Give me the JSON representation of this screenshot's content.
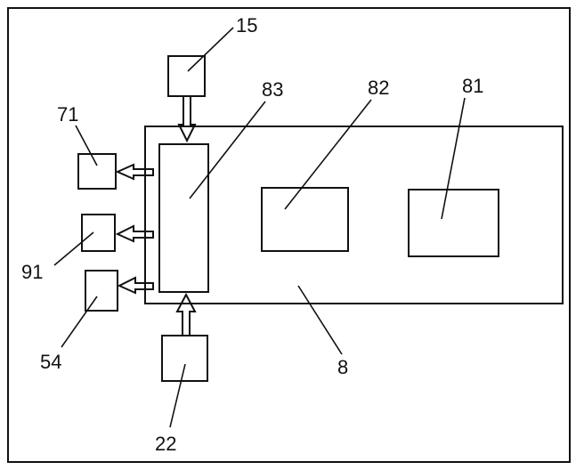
{
  "labels": {
    "l15": "15",
    "l83": "83",
    "l82": "82",
    "l81": "81",
    "l71": "71",
    "l91": "91",
    "l54": "54",
    "l8": "8",
    "l22": "22"
  },
  "colors": {
    "line": "#111111",
    "background": "#ffffff"
  }
}
